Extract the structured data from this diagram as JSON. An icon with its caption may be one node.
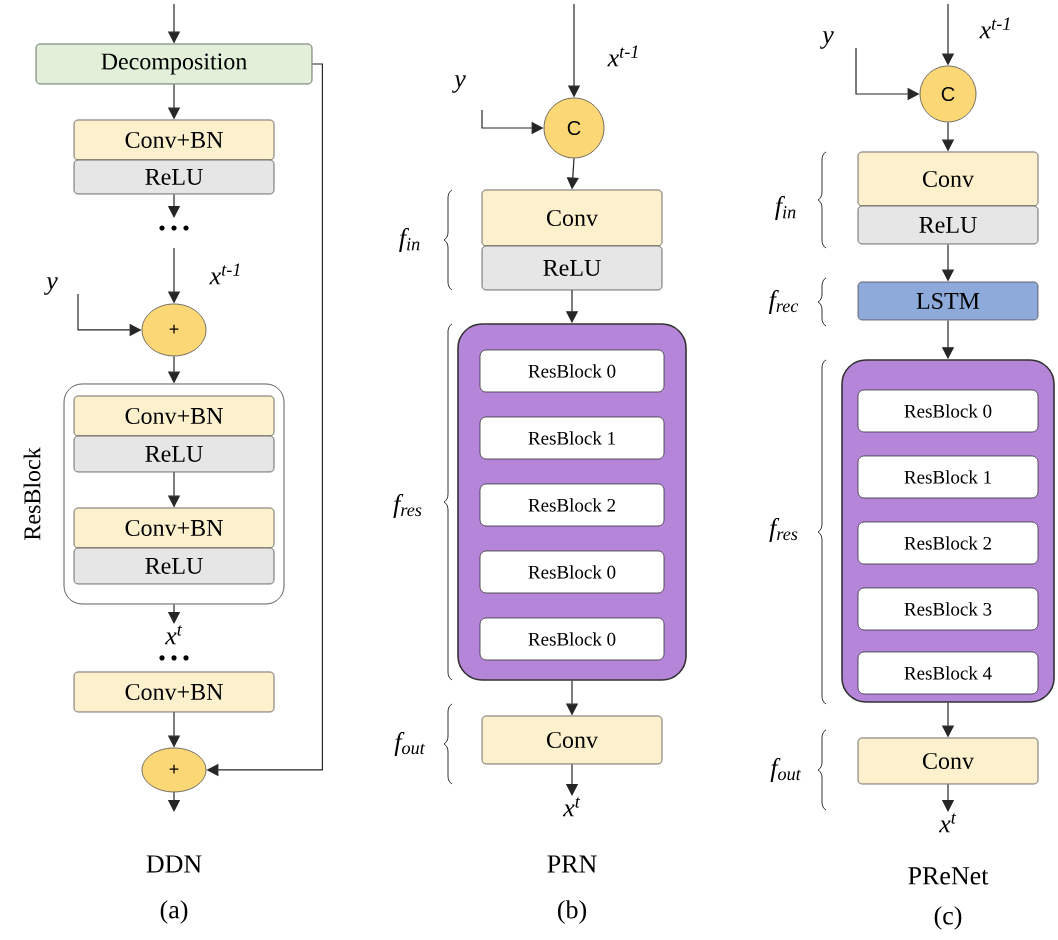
{
  "diagram": {
    "nodes": [
      {
        "text": [
          "Decomposition"
        ]
      },
      {
        "text": [
          "Conv+BN"
        ]
      },
      {
        "text": [
          "ReLU"
        ]
      },
      {
        "text": [
          "+"
        ],
        "beside": [
          "x$^{t-1}$"
        ]
      },
      {
        "text": [
          "ResBlock"
        ]
      },
      {
        "text": [
          "Conv+BN"
        ],
        "in": 4
      },
      {
        "text": [
          "ReLU"
        ],
        "in": 4
      },
      {
        "text": [
          "Conv+BN"
        ],
        "in": 4
      },
      {
        "text": [
          "ReLU"
        ],
        "in": 4
      },
      {
        "text": [
          "Conv+BN"
        ]
      },
      {
        "text": [
          "+"
        ]
      },
      {
        "text": [
          "C"
        ],
        "beside": [
          "x$^{t-1}$"
        ]
      },
      {
        "text": [
          "Conv"
        ]
      },
      {
        "text": [
          "ReLU"
        ]
      },
      {
        "text": [],
        "shape": "box"
      },
      {
        "text": [
          "ResBlock 0"
        ],
        "in": 14
      },
      {
        "text": [
          "ResBlock 1"
        ],
        "in": 14
      },
      {
        "text": [
          "ResBlock 2"
        ],
        "in": 14
      },
      {
        "text": [
          "ResBlock 0"
        ],
        "in": 14
      },
      {
        "text": [
          "ResBlock 0"
        ],
        "in": 14
      },
      {
        "text": [
          "Conv"
        ]
      },
      {
        "text": [
          "C"
        ],
        "beside": [
          "x$^{t-1}$"
        ]
      },
      {
        "text": [
          "Conv"
        ]
      },
      {
        "text": [
          "ReLU"
        ]
      },
      {
        "text": [
          "LSTM"
        ]
      },
      {
        "text": [],
        "shape": "box"
      },
      {
        "text": [
          "ResBlock 0"
        ],
        "in": 25
      },
      {
        "text": [
          "ResBlock 1"
        ],
        "in": 25
      },
      {
        "text": [
          "ResBlock 2"
        ],
        "in": 25
      },
      {
        "text": [
          "ResBlock 3"
        ],
        "in": 25
      },
      {
        "text": [
          "ResBlock 4"
        ],
        "in": 25
      },
      {
        "text": [
          "Conv"
        ]
      },
      {
        "text": [
          "x$^{t}$"
        ]
      },
      {
        "text": [
          "x$^{t}$"
        ]
      },
      {
        "text": [
          "x$^{t}$"
        ]
      }
    ],
    "edges": [
      {
        "from": null,
        "to": 0,
        "arrow": "to"
      },
      {
        "from": 0,
        "to": 1,
        "arrow": "to"
      },
      {
        "from": 2,
        "to": null,
        "arrow": "to"
      },
      {
        "from": null,
        "to": 3,
        "arrow": "to"
      },
      {
        "from": null,
        "to": 3,
        "arrow": "to"
      },
      {
        "from": 3,
        "to": 4,
        "arrow": "to"
      },
      {
        "from": 6,
        "to": 7,
        "arrow": "to"
      },
      {
        "from": 4,
        "to": 32,
        "arrow": "to"
      },
      {
        "from": 9,
        "to": 10,
        "arrow": "to"
      },
      {
        "from": 10,
        "to": null,
        "arrow": "to"
      },
      {
        "from": 0,
        "to": 10,
        "arrow": "to"
      },
      {
        "from": null,
        "to": 11,
        "arrow": "to"
      },
      {
        "from": null,
        "to": 11,
        "arrow": "to"
      },
      {
        "from": 11,
        "to": 12,
        "arrow": "to"
      },
      {
        "from": 13,
        "to": 14,
        "arrow": "to"
      },
      {
        "from": 14,
        "to": 20,
        "arrow": "to"
      },
      {
        "from": 20,
        "to": 33,
        "arrow": "to"
      },
      {
        "from": null,
        "to": 21,
        "arrow": "to"
      },
      {
        "from": null,
        "to": 21,
        "arrow": "to"
      },
      {
        "from": 21,
        "to": 22,
        "arrow": "to"
      },
      {
        "from": 23,
        "to": 24,
        "arrow": "to"
      },
      {
        "from": 24,
        "to": 25,
        "arrow": "to"
      },
      {
        "from": 25,
        "to": 31,
        "arrow": "to"
      },
      {
        "from": 31,
        "to": 34,
        "arrow": "to"
      }
    ],
    "labels": [
      "y",
      "DDN",
      "(a)",
      "y",
      "f$_{in}$",
      "f$_{res}$",
      "f$_{out}$",
      "PRN",
      "(b)",
      "y",
      "f$_{in}$",
      "f$_{rec}$",
      "f$_{res}$",
      "f$_{out}$",
      "PReNet",
      "(c)"
    ]
  }
}
